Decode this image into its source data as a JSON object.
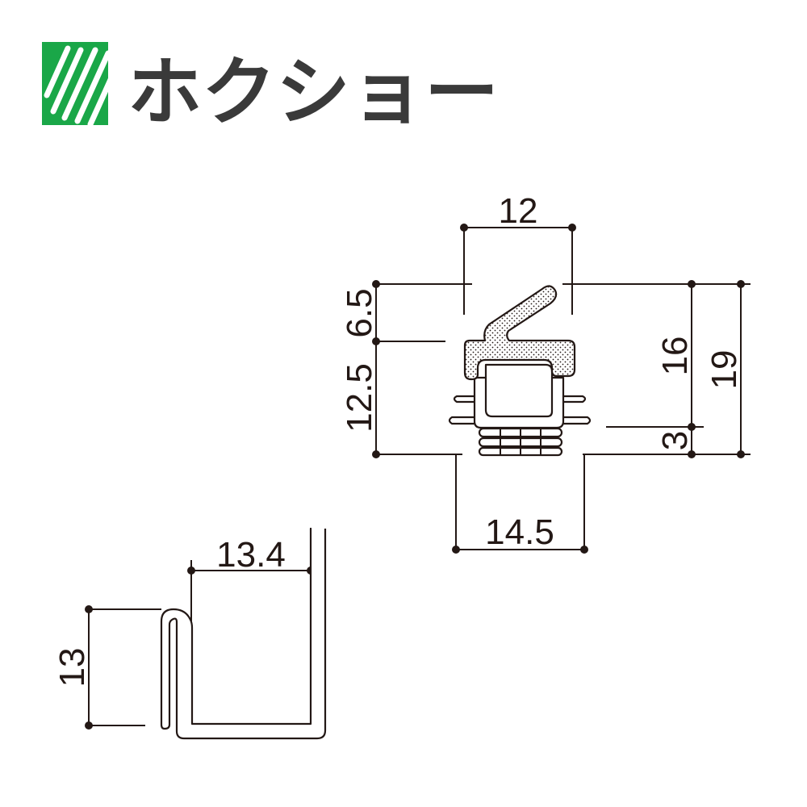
{
  "brand": {
    "name": "ホクショー",
    "logo_color": "#1aa748",
    "text_color": "#3a3a3a"
  },
  "top_profile": {
    "dimensions": {
      "top_width": "12",
      "upper_height": "6.5",
      "lower_height": "12.5",
      "right_height_16": "16",
      "right_height_19": "19",
      "fin_height": "3",
      "bottom_width": "14.5"
    }
  },
  "bottom_profile": {
    "dimensions": {
      "width": "13.4",
      "height": "13"
    }
  }
}
